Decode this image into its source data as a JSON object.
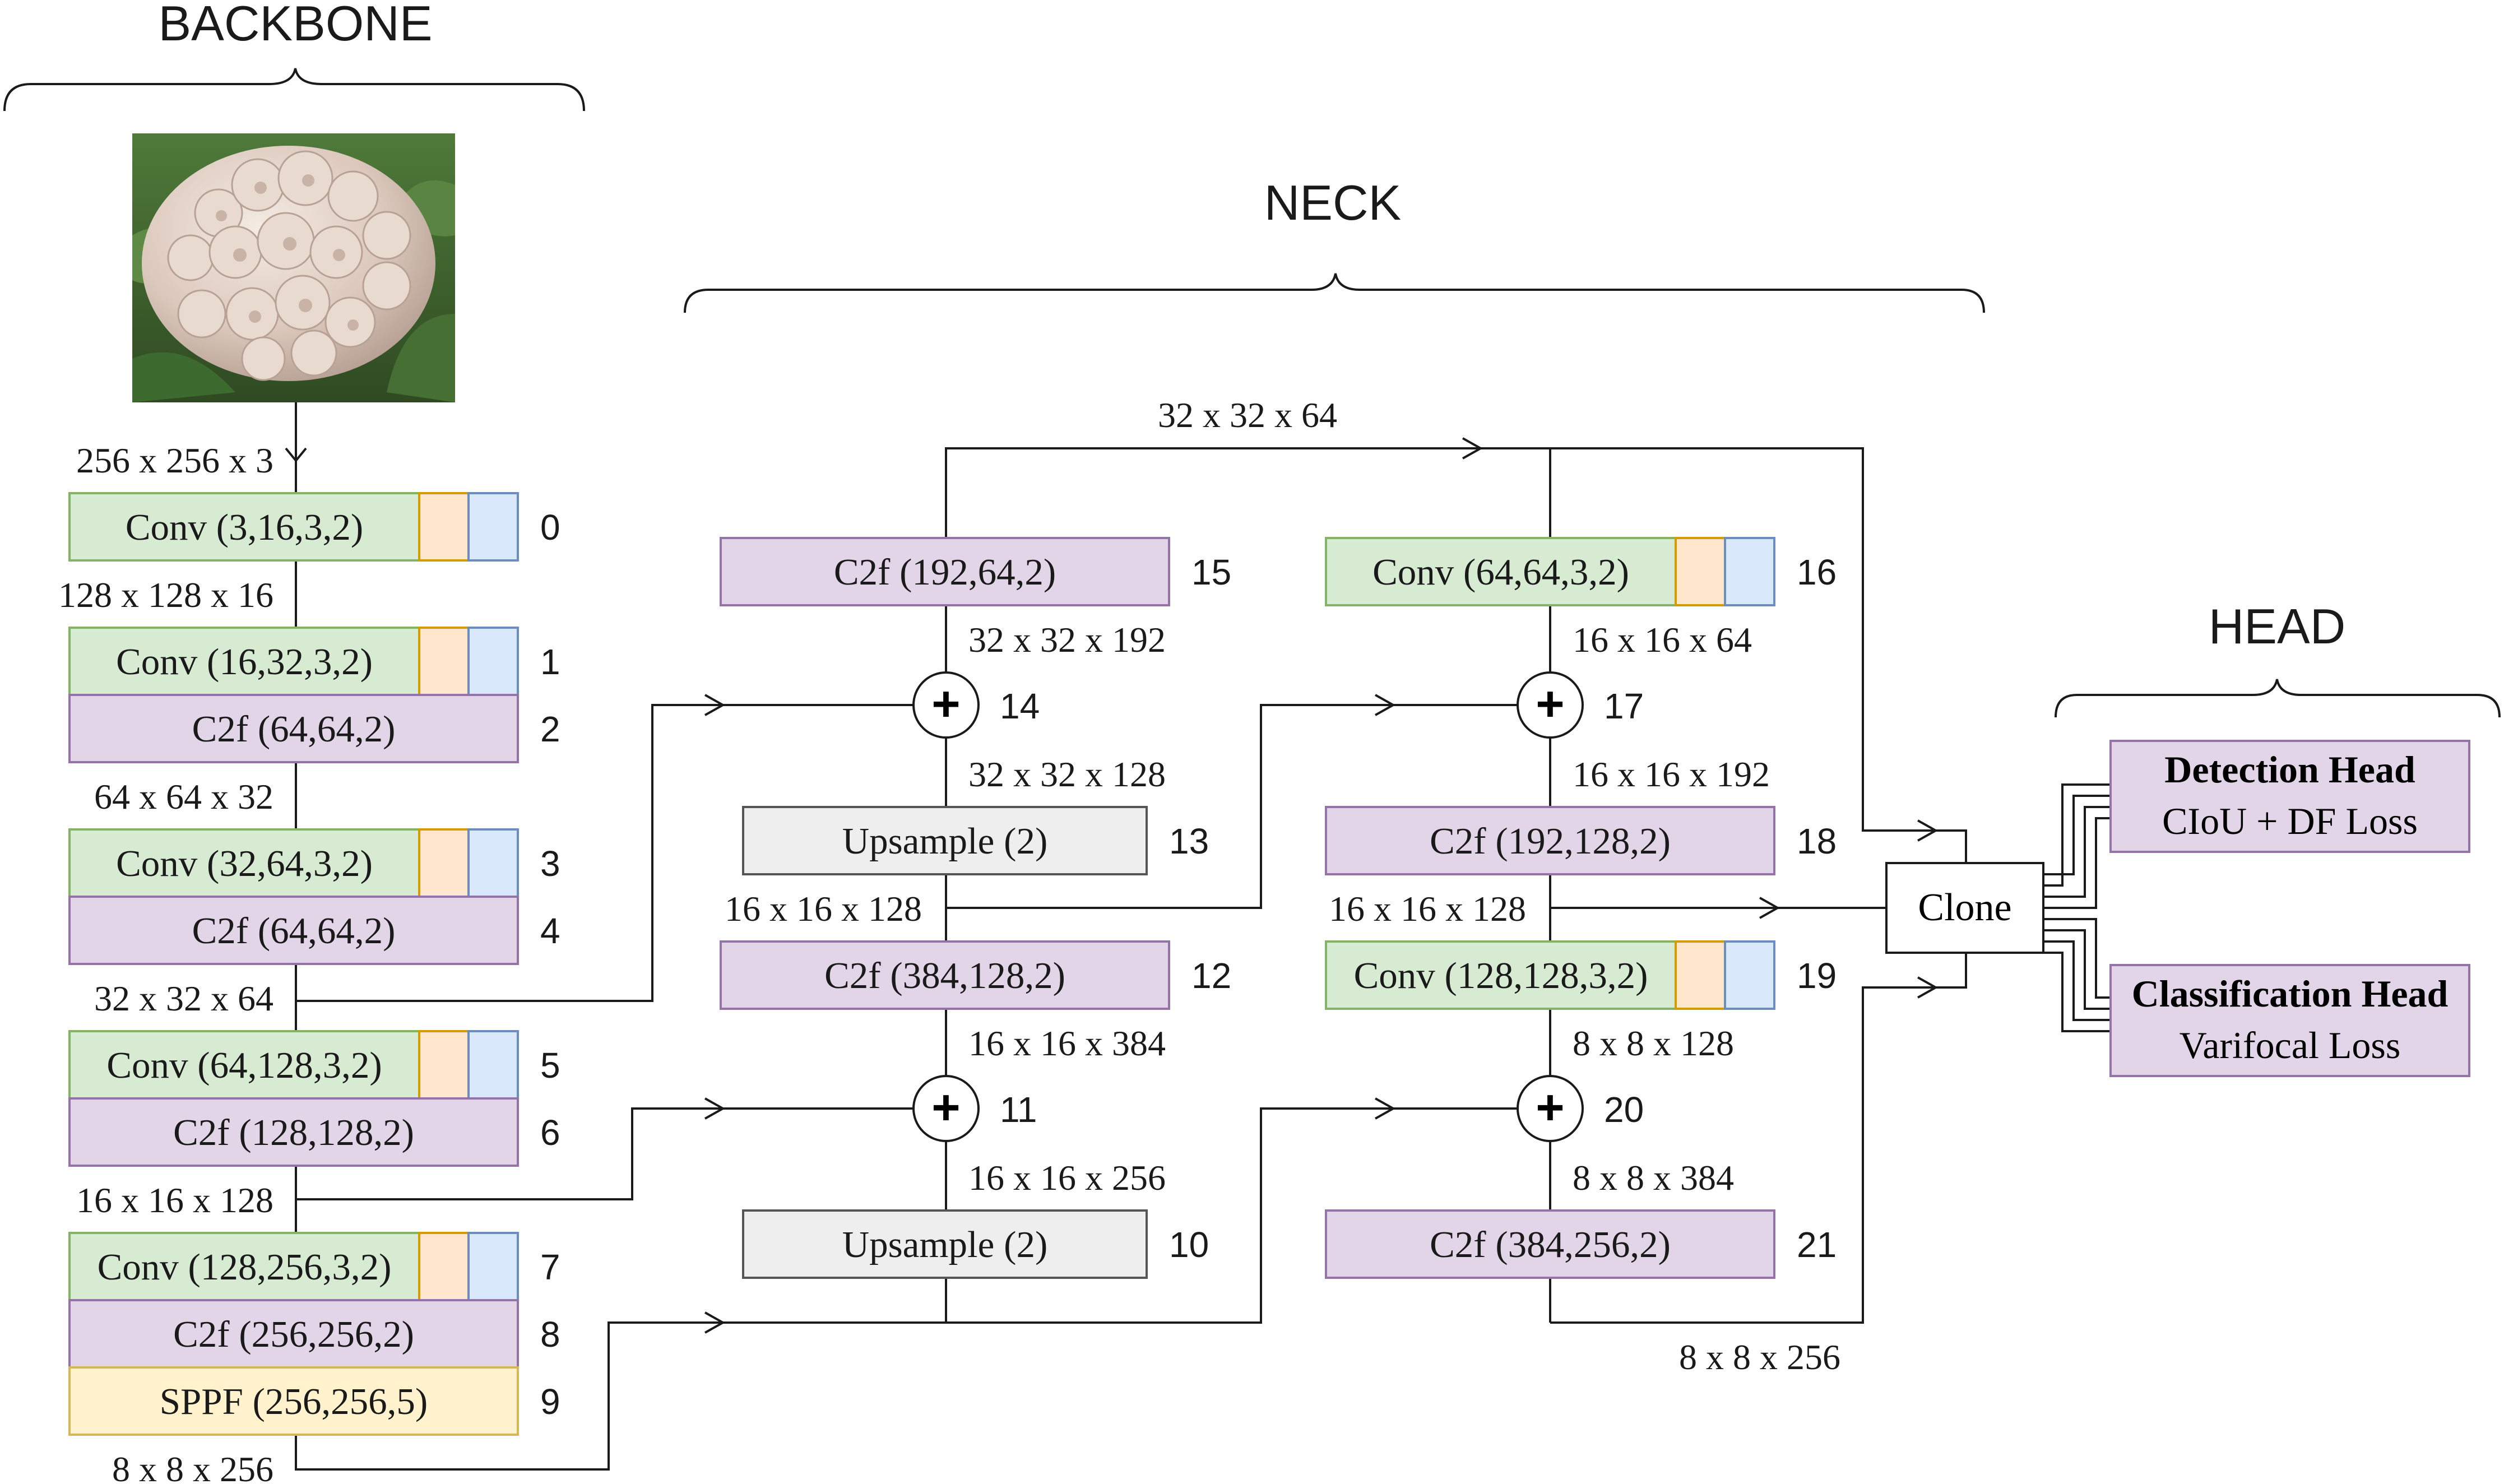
{
  "sections": {
    "backbone": "BACKBONE",
    "neck": "NECK",
    "head": "HEAD"
  },
  "colors": {
    "conv": "#d6ebd2",
    "conv_border": "#82b366",
    "c2f": "#e1d5e7",
    "c2f_border": "#9673a6",
    "sppf": "#fff2cc",
    "sppf_border": "#d6b656",
    "upsample": "#eeeeee",
    "upsample_border": "#555555",
    "bn": "#ffe6cc",
    "bn_border": "#d79b00",
    "act": "#dae8fc",
    "act_border": "#6c8ebf"
  },
  "image": {
    "name": "cauliflower-photo"
  },
  "backbone": {
    "input_dim": "256 x 256 x 3",
    "layers": [
      {
        "label": "Conv (3,16,3,2)",
        "index": "0",
        "type": "conv"
      },
      {
        "label": "Conv (16,32,3,2)",
        "index": "1",
        "type": "conv"
      },
      {
        "label": "C2f (64,64,2)",
        "index": "2",
        "type": "c2f"
      },
      {
        "label": "Conv (32,64,3,2)",
        "index": "3",
        "type": "conv"
      },
      {
        "label": "C2f (64,64,2)",
        "index": "4",
        "type": "c2f"
      },
      {
        "label": "Conv (64,128,3,2)",
        "index": "5",
        "type": "conv"
      },
      {
        "label": "C2f (128,128,2)",
        "index": "6",
        "type": "c2f"
      },
      {
        "label": "Conv (128,256,3,2)",
        "index": "7",
        "type": "conv"
      },
      {
        "label": "C2f (256,256,2)",
        "index": "8",
        "type": "c2f"
      },
      {
        "label": "SPPF (256,256,5)",
        "index": "9",
        "type": "sppf"
      }
    ],
    "dims": [
      "128 x 128 x 16",
      "64 x 64 x 32",
      "32 x 32 x 64",
      "16 x 16 x 128",
      "8 x 8 x 256"
    ]
  },
  "neck": {
    "layers": {
      "l10": {
        "label": "Upsample (2)",
        "index": "10"
      },
      "l11": {
        "index": "11"
      },
      "l12": {
        "label": "C2f (384,128,2)",
        "index": "12"
      },
      "l13": {
        "label": "Upsample (2)",
        "index": "13"
      },
      "l14": {
        "index": "14"
      },
      "l15": {
        "label": "C2f (192,64,2)",
        "index": "15"
      },
      "l16": {
        "label": "Conv (64,64,3,2)",
        "index": "16"
      },
      "l17": {
        "index": "17"
      },
      "l18": {
        "label": "C2f (192,128,2)",
        "index": "18"
      },
      "l19": {
        "label": "Conv (128,128,3,2)",
        "index": "19"
      },
      "l20": {
        "index": "20"
      },
      "l21": {
        "label": "C2f (384,256,2)",
        "index": "21"
      }
    },
    "dims": {
      "top": "32 x 32 x 64",
      "after15": "32 x 32 x 192",
      "after14": "32 x 32 x 128",
      "after13": "16 x 16 x 128",
      "after12": "16 x 16 x 384",
      "after11": "16 x 16 x 256",
      "after16": "16 x 16 x 64",
      "after17": "16 x 16 x 192",
      "after18": "16 x 16 x 128",
      "after19": "8 x 8 x 128",
      "after20": "8 x 8 x 384",
      "after21": "8 x 8 x 256"
    },
    "plus_symbol": "+"
  },
  "head": {
    "clone": "Clone",
    "detection": {
      "title": "Detection Head",
      "loss": "CIoU + DF Loss"
    },
    "classification": {
      "title": "Classification Head",
      "loss": "Varifocal Loss"
    }
  }
}
